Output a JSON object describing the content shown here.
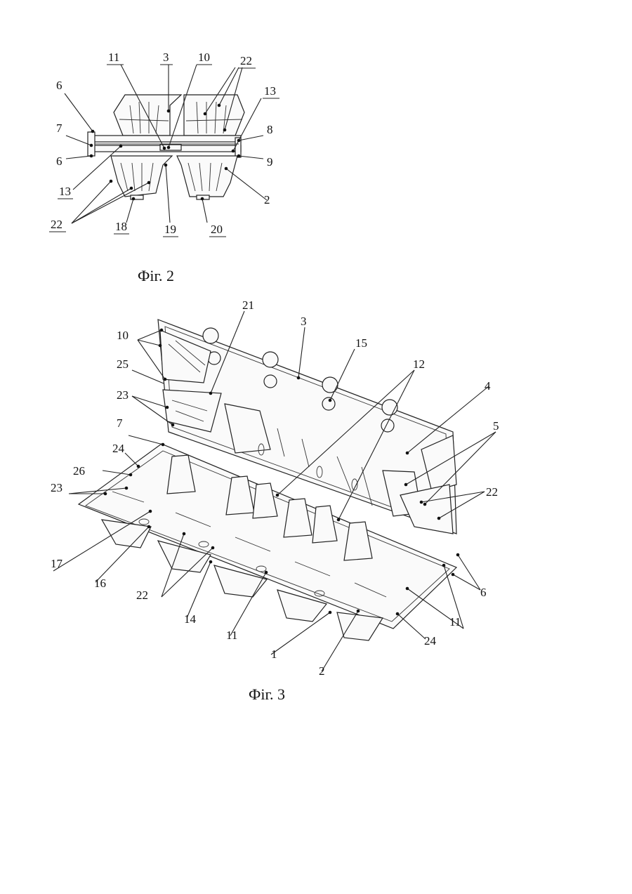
{
  "figures": [
    {
      "caption": "Фіг. 2",
      "labels": [
        "11",
        "3",
        "10",
        "22",
        "6",
        "7",
        "6",
        "13",
        "8",
        "9",
        "13",
        "22",
        "18",
        "19",
        "20",
        "2"
      ]
    },
    {
      "caption": "Фіг. 3",
      "labels": [
        "21",
        "3",
        "10",
        "15",
        "12",
        "25",
        "4",
        "23",
        "5",
        "7",
        "24",
        "22",
        "26",
        "23",
        "17",
        "16",
        "22",
        "14",
        "11",
        "6",
        "11",
        "1",
        "24",
        "2"
      ]
    }
  ]
}
